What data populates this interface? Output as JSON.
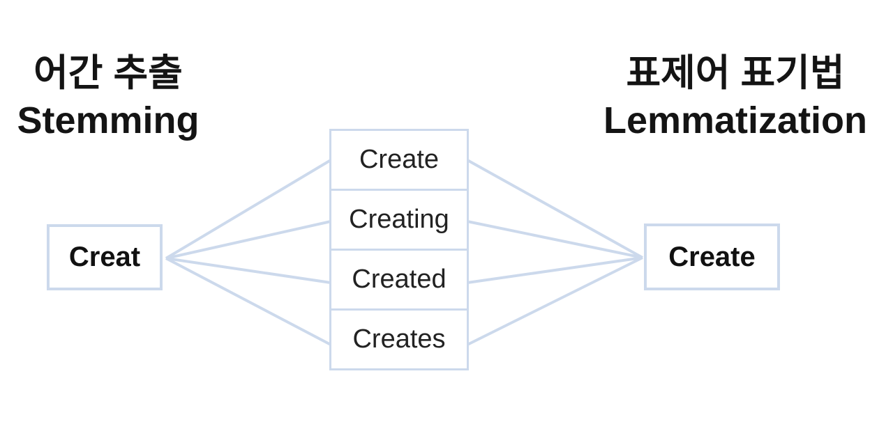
{
  "diagram": {
    "stemming": {
      "title_ko": "어간 추출",
      "title_en": "Stemming",
      "stem_label": "Creat"
    },
    "lemmatization": {
      "title_ko": "표제어 표기법",
      "title_en": "Lemmatization",
      "lemma_label": "Create"
    },
    "word_forms": [
      "Create",
      "Creating",
      "Created",
      "Creates"
    ],
    "colors": {
      "connector_line": "#ccd9ec",
      "box_border": "#ccd9ec",
      "text": "#111111",
      "background": "#ffffff"
    }
  }
}
